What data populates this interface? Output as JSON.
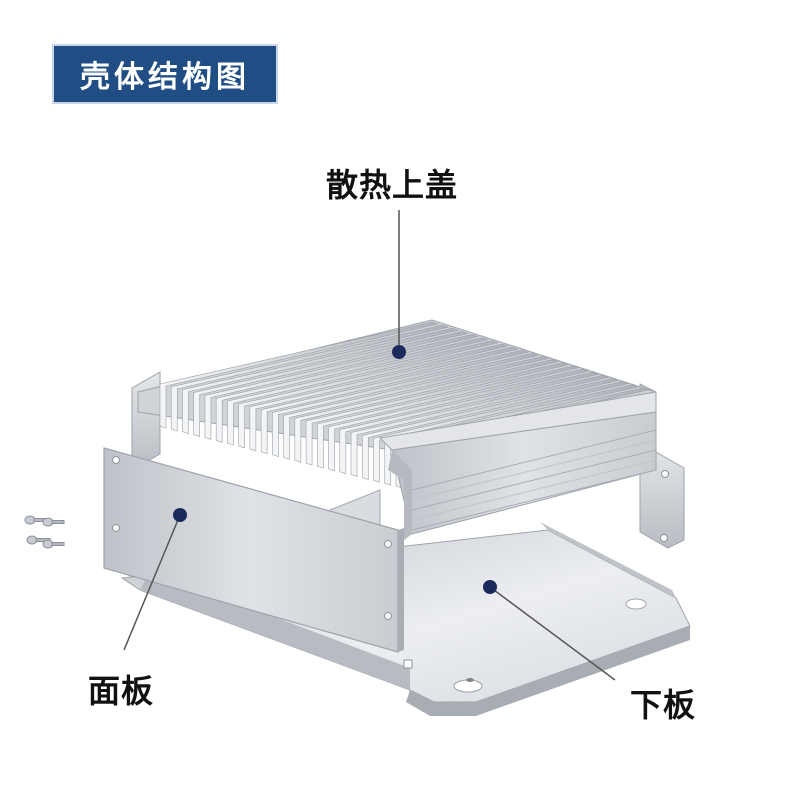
{
  "title": "壳体结构图",
  "parts": {
    "top_cover": "散热上盖",
    "front_panel": "面板",
    "bottom_plate": "下板"
  },
  "colors": {
    "title_background": "#1f4d84",
    "marker": "#1b2a5c",
    "aluminum": "#c9cdd3"
  }
}
